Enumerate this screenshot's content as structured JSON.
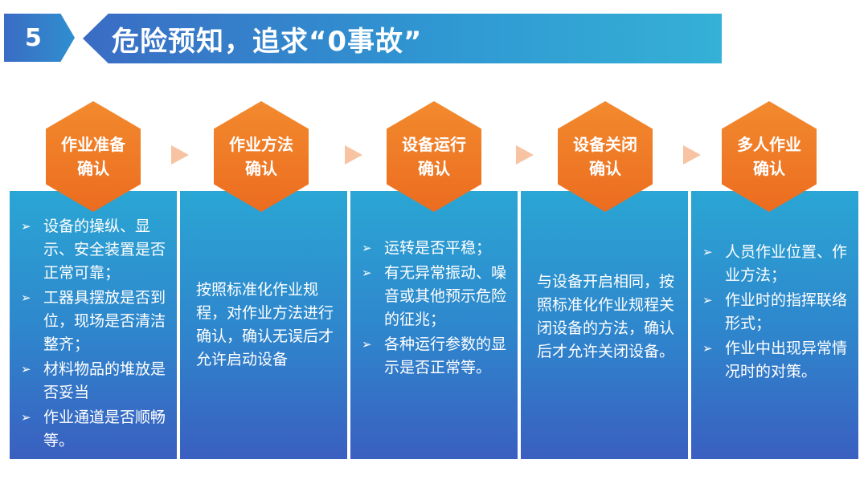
{
  "header": {
    "number": "5",
    "title": "危险预知，追求“0事故”"
  },
  "steps": [
    {
      "line1": "作业准备",
      "line2": "确认"
    },
    {
      "line1": "作业方法",
      "line2": "确认"
    },
    {
      "line1": "设备运行",
      "line2": "确认"
    },
    {
      "line1": "设备关闭",
      "line2": "确认"
    },
    {
      "line1": "多人作业",
      "line2": "确认"
    }
  ],
  "bullet_mark": "➢",
  "columns": [
    {
      "items": [
        "设备的操纵、显示、安全装置是否正常可靠；",
        "工器具摆放是否到位，现场是否清洁整齐；",
        "材料物品的堆放是否妥当",
        "作业通道是否顺畅等。"
      ]
    },
    {
      "text": "按照标准化作业规程，对作业方法进行确认，确认无误后才允许启动设备"
    },
    {
      "items": [
        "运转是否平稳；",
        "有无异常振动、噪音或其他预示危险的征兆；",
        "各种运行参数的显示是否正常等。"
      ]
    },
    {
      "text": "与设备开启相同，按照标准化作业规程关闭设备的方法，确认后才允许关闭设备。"
    },
    {
      "items": [
        "人员作业位置、作业方法；",
        "作业时的指挥联络形式；",
        "作业中出现异常情况时的对策。"
      ]
    }
  ],
  "colors": {
    "banner": "#2f8fcf",
    "hexagon": "#ec6c1f",
    "column": "#2f84cc",
    "arrow": "#f7c3a3"
  }
}
